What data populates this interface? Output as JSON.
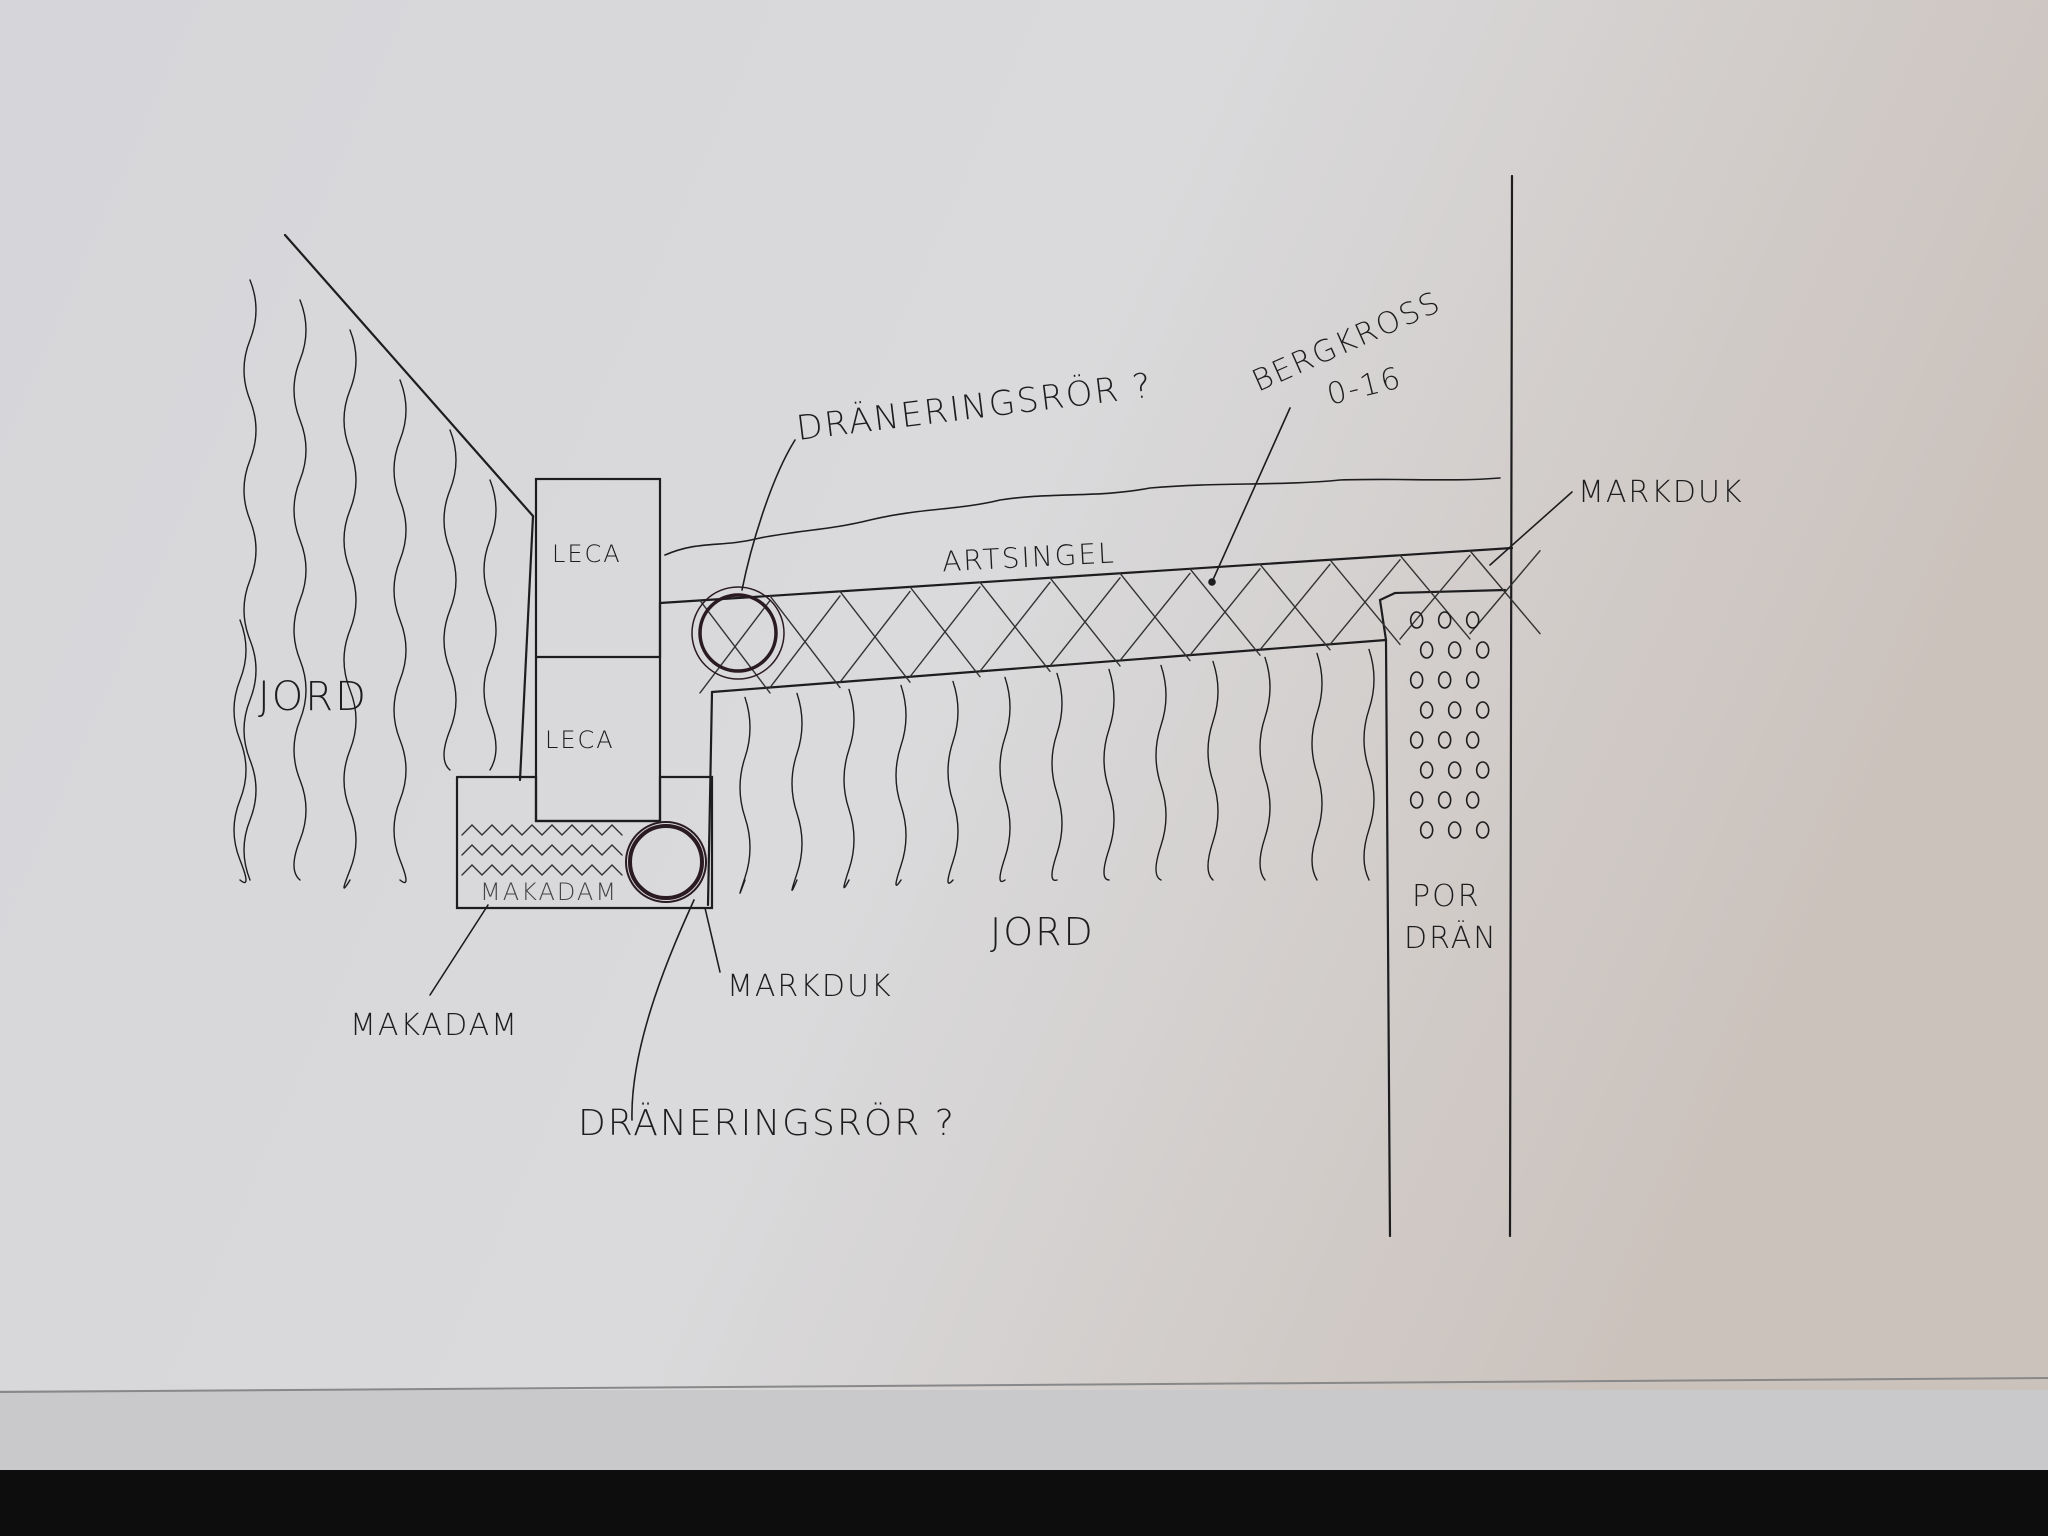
{
  "diagram": {
    "labels": {
      "jord_left": "JORD",
      "jord_right": "JORD",
      "leca_top": "LECA",
      "leca_bottom": "LECA",
      "artsingel": "ARTSINGEL",
      "draneringsror_top": "DRÄNERINGSRÖR ?",
      "bergkross_line1": "BERGKROSS",
      "bergkross_line2": "0-16",
      "markduk_right": "MARKDUK",
      "markduk_bottom": "MARKDUK",
      "makadam_inside": "MAKADAM",
      "makadam": "MAKADAM",
      "draneringsror_bottom": "DRÄNERINGSRÖR ?",
      "por_line1": "POR",
      "por_line2": "DRÄN"
    },
    "colors": {
      "paper": "#d9d9dc",
      "ink": "#1d1d1f",
      "pipe_ink": "#2a1a22"
    }
  }
}
